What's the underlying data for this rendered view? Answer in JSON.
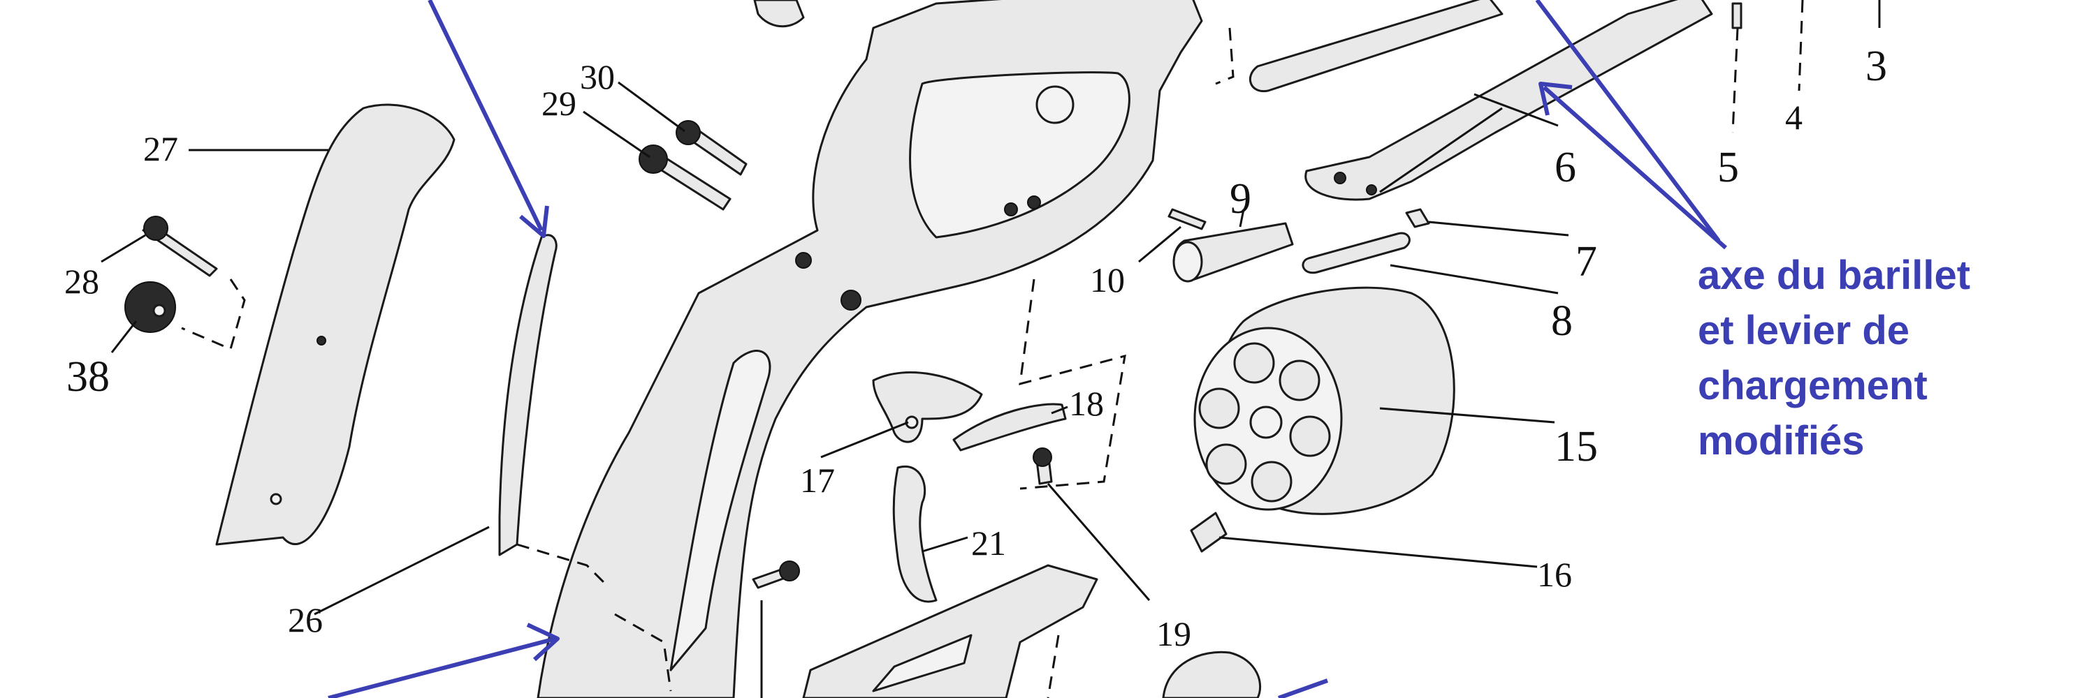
{
  "annotation": {
    "lines": [
      "axe du barillet",
      "et levier de",
      "chargement",
      "modifiés"
    ],
    "color": "#3b3fb3"
  },
  "labels": {
    "p3": "3",
    "p4": "4",
    "p5": "5",
    "p6": "6",
    "p7": "7",
    "p8": "8",
    "p9": "9",
    "p10": "10",
    "p15": "15",
    "p16": "16",
    "p17": "17",
    "p18": "18",
    "p19": "19",
    "p21": "21",
    "p26": "26",
    "p27": "27",
    "p28": "28",
    "p29": "29",
    "p30": "30",
    "p38": "38"
  }
}
